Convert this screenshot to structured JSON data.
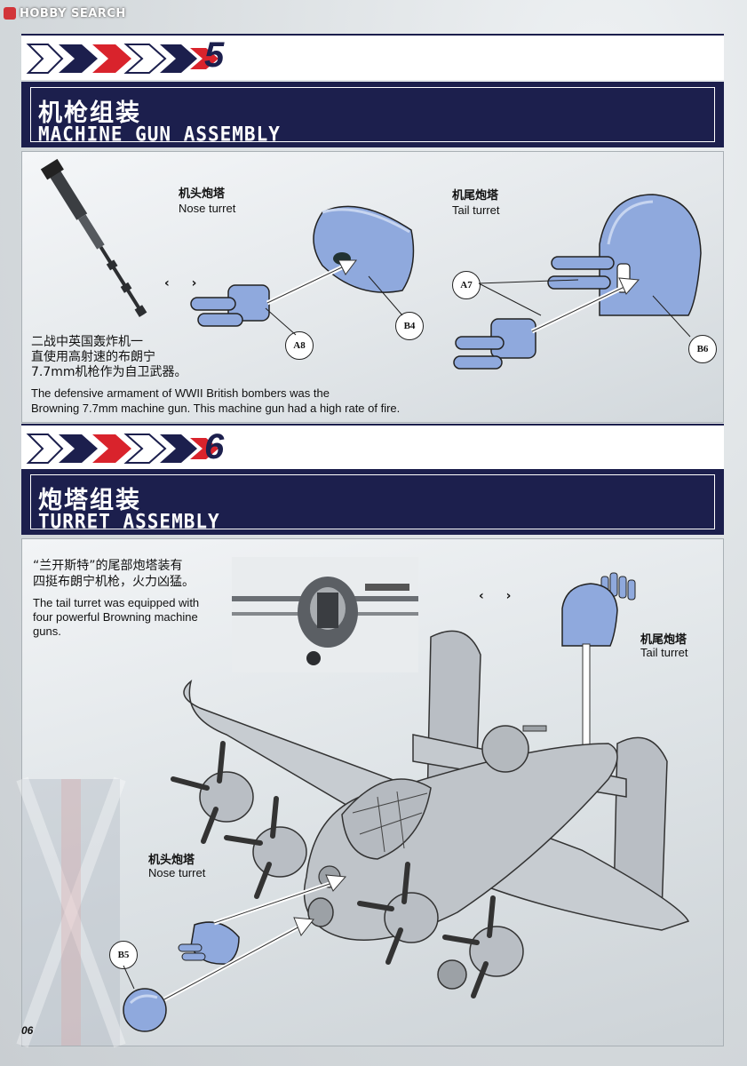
{
  "watermark": {
    "text": "HOBBY SEARCH"
  },
  "step5": {
    "number": "5",
    "title_zh": "机枪组装",
    "title_en": "MACHINE GUN ASSEMBLY",
    "nose_label_zh": "机头炮塔",
    "nose_label_en": "Nose turret",
    "tail_label_zh": "机尾炮塔",
    "tail_label_en": "Tail turret",
    "parts": {
      "a8": "A8",
      "b4": "B4",
      "a7": "A7",
      "b6": "B6"
    },
    "nav_arrows": "‹ ›",
    "desc_zh_1": "二战中英国轰炸机一",
    "desc_zh_2": "直使用高射速的布朗宁",
    "desc_zh_3": "7.7mm机枪作为自卫武器。",
    "desc_en_1": "The defensive armament of WWII British bombers was the",
    "desc_en_2": "Browning 7.7mm machine gun. This machine gun had a high rate of fire."
  },
  "step6": {
    "number": "6",
    "title_zh": "炮塔组装",
    "title_en": "TURRET ASSEMBLY",
    "desc_zh_1": "“兰开斯特”的尾部炮塔装有",
    "desc_zh_2": "四挺布朗宁机枪，火力凶猛。",
    "desc_en_1": "The tail turret was equipped with",
    "desc_en_2": "four powerful Browning machine",
    "desc_en_3": "guns.",
    "nav_arrows": "‹ ›",
    "tail_label_zh": "机尾炮塔",
    "tail_label_en": "Tail turret",
    "nose_label_zh": "机头炮塔",
    "nose_label_en": "Nose turret",
    "parts": {
      "b5": "B5"
    }
  },
  "footer": {
    "page_number": "06"
  },
  "colors": {
    "navy": "#1c1f4d",
    "red": "#d9232c",
    "part_blue": "#8fa9dd",
    "gray_model": "#b9bec4"
  }
}
